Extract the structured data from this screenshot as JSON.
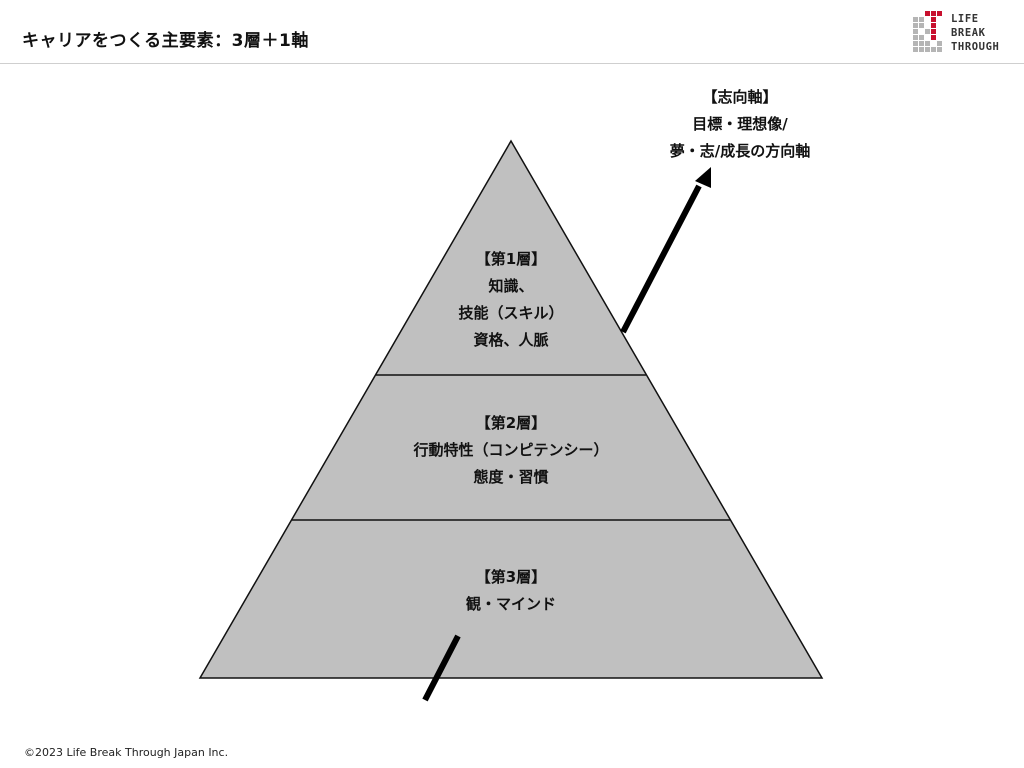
{
  "header": {
    "title": "キャリアをつくる主要素：3層＋1軸"
  },
  "logo": {
    "lines": [
      "LIFE",
      "BREAK",
      "THROUGH"
    ],
    "accent_color": "#c8102e",
    "gray_color": "#b5b5b5"
  },
  "pyramid": {
    "fill_color": "#c0c0c0",
    "stroke_color": "#111111",
    "tiers": [
      {
        "title": "【第1層】",
        "lines": [
          "知識、",
          "技能（スキル）",
          "資格、人脈"
        ]
      },
      {
        "title": "【第2層】",
        "lines": [
          "行動特性（コンピテンシー）",
          "態度・習慣"
        ]
      },
      {
        "title": "【第3層】",
        "lines": [
          "観・マインド"
        ]
      }
    ]
  },
  "axis": {
    "lines": [
      "【志向軸】",
      "目標・理想像/",
      "夢・志/成長の方向軸"
    ]
  },
  "footer": {
    "copyright": "©2023 Life Break Through Japan Inc."
  }
}
